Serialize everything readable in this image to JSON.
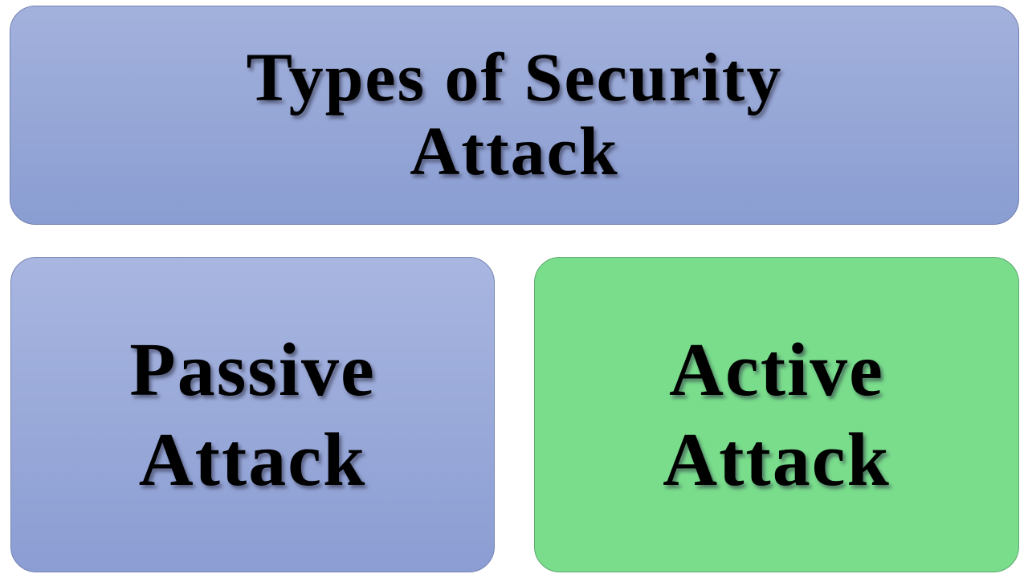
{
  "diagram": {
    "title": {
      "line1": "Types of Security",
      "line2": "Attack",
      "fill_color": "#95a6d6"
    },
    "nodes": [
      {
        "id": "passive",
        "line1": "Passive",
        "line2": "Attack",
        "fill_color": "#98a8d8"
      },
      {
        "id": "active",
        "line1": "Active",
        "line2": "Attack",
        "fill_color": "#79dd8c"
      }
    ]
  }
}
